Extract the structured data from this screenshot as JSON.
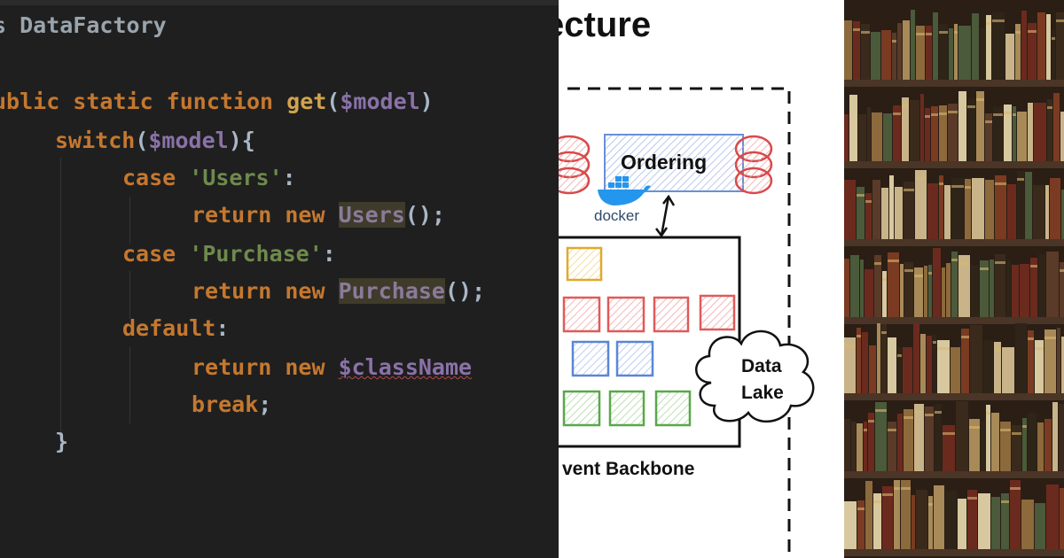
{
  "code": {
    "class_line": "s DataFactory",
    "lines": [
      {
        "tokens": [
          [
            "kw",
            "ublic static function "
          ],
          [
            "fn",
            "get"
          ],
          [
            "plain",
            "("
          ],
          [
            "var",
            "$model"
          ],
          [
            "plain",
            ")"
          ]
        ]
      },
      {
        "tokens": [
          [
            "kw",
            "switch"
          ],
          [
            "plain",
            "("
          ],
          [
            "var",
            "$model"
          ],
          [
            "plain",
            "){"
          ]
        ]
      },
      {
        "tokens": [
          [
            "kw",
            "case "
          ],
          [
            "str",
            "'Users'"
          ],
          [
            "plain",
            ":"
          ]
        ]
      },
      {
        "tokens": [
          [
            "kw",
            "return new "
          ],
          [
            "cls hl",
            "Users"
          ],
          [
            "plain",
            "();"
          ]
        ]
      },
      {
        "tokens": [
          [
            "kw",
            "case "
          ],
          [
            "str",
            "'Purchase'"
          ],
          [
            "plain",
            ":"
          ]
        ]
      },
      {
        "tokens": [
          [
            "kw",
            "return new "
          ],
          [
            "cls hl",
            "Purchase"
          ],
          [
            "plain",
            "();"
          ]
        ]
      },
      {
        "tokens": [
          [
            "kw",
            "default"
          ],
          [
            "plain",
            ":"
          ]
        ]
      },
      {
        "tokens": [
          [
            "kw",
            "return new "
          ],
          [
            "var squig",
            "$className"
          ]
        ]
      },
      {
        "tokens": [
          [
            "kw",
            "break"
          ],
          [
            "plain",
            ";"
          ]
        ]
      },
      {
        "tokens": [
          [
            "plain",
            "}"
          ]
        ]
      }
    ]
  },
  "diagram": {
    "title": "ecture",
    "ordering_label": "Ordering",
    "docker_label": "docker",
    "data_lake_line1": "Data",
    "data_lake_line2": "Lake",
    "backbone_label": "vent Backbone",
    "colors": {
      "red": "#e05a5a",
      "yellow": "#e0a92a",
      "blue": "#5a86d6",
      "green": "#5aa84a",
      "docker": "#2496ed"
    }
  },
  "bookshelf": {
    "colors": [
      "#6b2a1e",
      "#8c6a3c",
      "#3a2a1c",
      "#c9b48a",
      "#4a5a3a",
      "#7a3b22",
      "#a88a58",
      "#2f2418",
      "#d8c8a0",
      "#5a3a28"
    ]
  }
}
